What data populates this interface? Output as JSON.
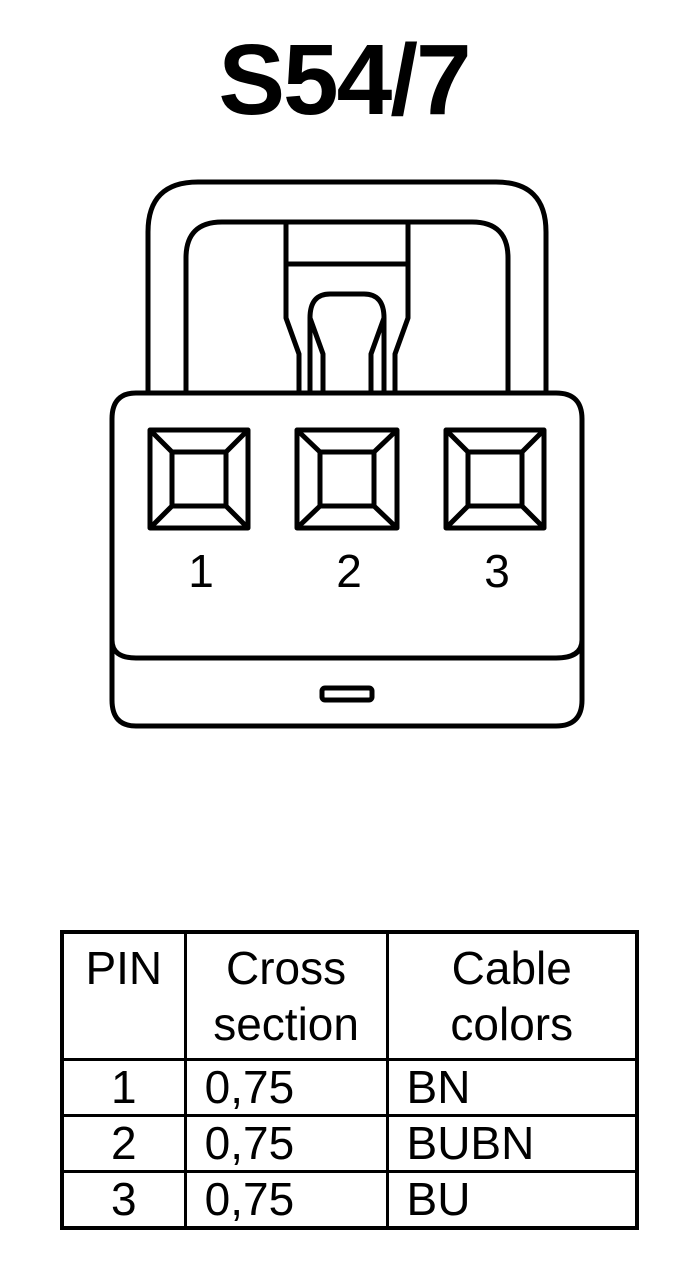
{
  "title": "S54/7",
  "connector": {
    "pin_labels": [
      "1",
      "2",
      "3"
    ]
  },
  "pin_table": {
    "headers": {
      "pin": [
        "PIN"
      ],
      "cross_section": [
        "Cross",
        "section"
      ],
      "cable_colors": [
        "Cable",
        "colors"
      ]
    },
    "rows": [
      {
        "pin": "1",
        "cross_section": "0,75",
        "cable_color": "BN"
      },
      {
        "pin": "2",
        "cross_section": "0,75",
        "cable_color": "BUBN"
      },
      {
        "pin": "3",
        "cross_section": "0,75",
        "cable_color": "BU"
      }
    ]
  }
}
